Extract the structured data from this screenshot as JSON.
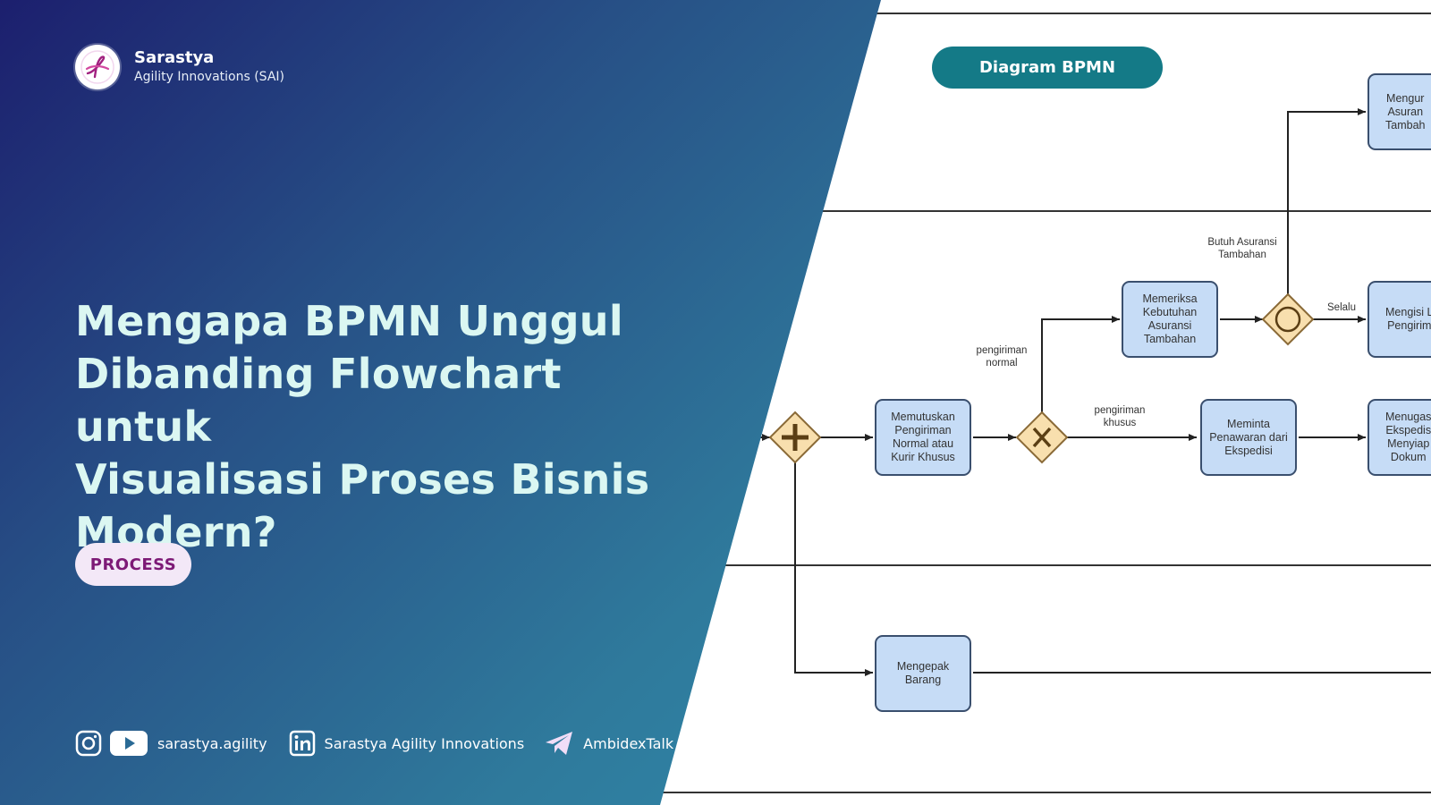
{
  "brand": {
    "name": "Sarastya",
    "subtitle": "Agility Innovations (SAI)"
  },
  "headline": {
    "line1": "Mengapa BPMN Unggul",
    "line2": "Dibanding Flowchart untuk",
    "line3": "Visualisasi Proses Bisnis",
    "line4": "Modern?"
  },
  "badge": {
    "label": "PROCESS"
  },
  "diagram": {
    "title": "Diagram BPMN",
    "nodes": {
      "memutuskan": "Memutuskan Pengiriman Normal atau Kurir Khusus",
      "memeriksa": "Memeriksa Kebutuhan Asuransi Tambahan",
      "meminta": "Meminta Penawaran dari Ekspedisi",
      "mengepak": "Mengepak Barang",
      "mengurus_partial": [
        "Mengur",
        "Asuran",
        "Tambah"
      ],
      "mengisi_partial": [
        "Mengisi L",
        "Pengirim"
      ],
      "menugas_partial": [
        "Menugas",
        "Ekspedis",
        "Menyiap",
        "Dokum"
      ]
    },
    "labels": {
      "pengiriman_normal": "pengiriman normal",
      "pengiriman_khusus": "pengiriman khusus",
      "butuh_asuransi": "Butuh Asuransi Tambahan",
      "selalu": "Selalu"
    },
    "gateway_icons": [
      "parallel-gateway-icon",
      "exclusive-gateway-icon",
      "inclusive-gateway-icon"
    ]
  },
  "social": {
    "handle": "sarastya.agility",
    "linkedin": "Sarastya Agility Innovations",
    "telegram": "AmbidexTalk"
  },
  "colors": {
    "headline": "#dbf7f2",
    "badge_bg": "#f3e8f7",
    "badge_text": "#7d1a76",
    "diagram_badge": "#147a87",
    "task_fill": "#c6dcf6",
    "gateway_fill": "#f8dfae"
  }
}
